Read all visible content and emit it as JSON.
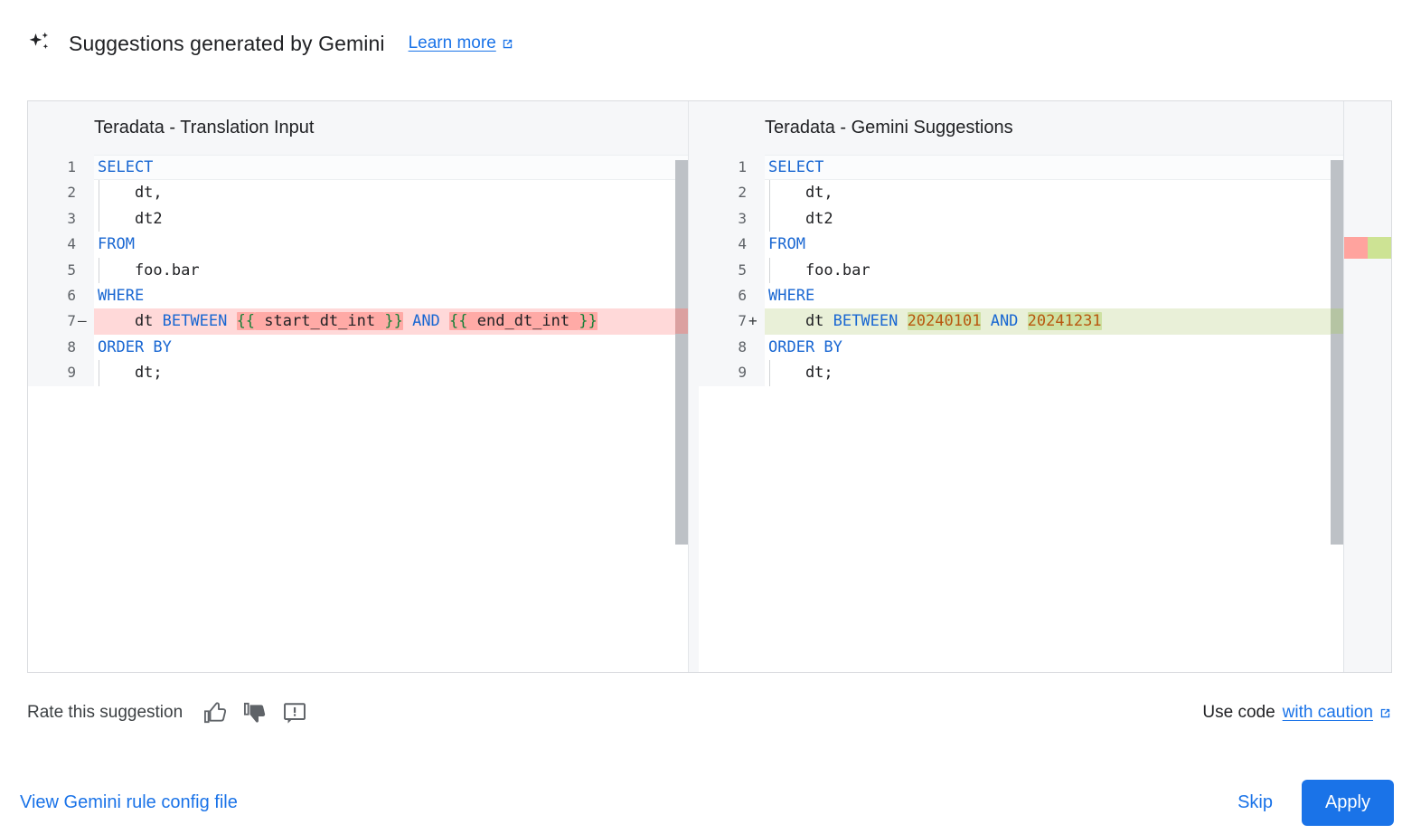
{
  "header": {
    "icon": "gemini-sparkle-icon",
    "title": "Suggestions generated by Gemini",
    "learn_more_label": "Learn more",
    "learn_more_icon": "external-link-icon"
  },
  "colors": {
    "accent": "#1a73e8",
    "text": "#202124",
    "muted": "#5f6368",
    "diff_removed_bg": "#ffd9d9",
    "diff_removed_token_bg": "#ffaaa6",
    "diff_added_bg": "#e9f0d8",
    "diff_added_token_bg": "#cee1a2",
    "keyword": "#1967d2",
    "number": "#b8570f",
    "brace": "#188038",
    "panel_bg": "#f6f7f9",
    "border": "#dadce0"
  },
  "diff": {
    "left": {
      "title": "Teradata - Translation Input",
      "lines": [
        {
          "num": "1",
          "sign": "",
          "state": "current",
          "indent": false,
          "tokens": [
            {
              "t": "SELECT",
              "c": "kw"
            }
          ]
        },
        {
          "num": "2",
          "sign": "",
          "state": "",
          "indent": true,
          "tokens": [
            {
              "t": "    dt,",
              "c": "pln"
            }
          ]
        },
        {
          "num": "3",
          "sign": "",
          "state": "",
          "indent": true,
          "tokens": [
            {
              "t": "    dt2",
              "c": "pln"
            }
          ]
        },
        {
          "num": "4",
          "sign": "",
          "state": "",
          "indent": false,
          "tokens": [
            {
              "t": "FROM",
              "c": "kw"
            }
          ]
        },
        {
          "num": "5",
          "sign": "",
          "state": "",
          "indent": true,
          "tokens": [
            {
              "t": "    foo.bar",
              "c": "pln"
            }
          ]
        },
        {
          "num": "6",
          "sign": "",
          "state": "",
          "indent": false,
          "tokens": [
            {
              "t": "WHERE",
              "c": "kw"
            }
          ]
        },
        {
          "num": "7",
          "sign": "–",
          "state": "del",
          "indent": false,
          "tokens": [
            {
              "t": "    dt ",
              "c": "pln"
            },
            {
              "t": "BETWEEN",
              "c": "kw"
            },
            {
              "t": " ",
              "c": "pln"
            },
            {
              "t": "{{",
              "c": "brc",
              "hl": "del"
            },
            {
              "t": " start_dt_int ",
              "c": "pln",
              "hl": "del"
            },
            {
              "t": "}}",
              "c": "brc",
              "hl": "del"
            },
            {
              "t": " ",
              "c": "pln"
            },
            {
              "t": "AND",
              "c": "kw"
            },
            {
              "t": " ",
              "c": "pln"
            },
            {
              "t": "{{",
              "c": "brc",
              "hl": "del"
            },
            {
              "t": " end_dt_int ",
              "c": "pln",
              "hl": "del"
            },
            {
              "t": "}}",
              "c": "brc",
              "hl": "del"
            }
          ]
        },
        {
          "num": "8",
          "sign": "",
          "state": "",
          "indent": false,
          "tokens": [
            {
              "t": "ORDER BY",
              "c": "kw"
            }
          ]
        },
        {
          "num": "9",
          "sign": "",
          "state": "",
          "indent": true,
          "tokens": [
            {
              "t": "    dt;",
              "c": "pln"
            }
          ]
        }
      ]
    },
    "right": {
      "title": "Teradata - Gemini Suggestions",
      "lines": [
        {
          "num": "1",
          "sign": "",
          "state": "current",
          "indent": false,
          "tokens": [
            {
              "t": "SELECT",
              "c": "kw"
            }
          ]
        },
        {
          "num": "2",
          "sign": "",
          "state": "",
          "indent": true,
          "tokens": [
            {
              "t": "    dt,",
              "c": "pln"
            }
          ]
        },
        {
          "num": "3",
          "sign": "",
          "state": "",
          "indent": true,
          "tokens": [
            {
              "t": "    dt2",
              "c": "pln"
            }
          ]
        },
        {
          "num": "4",
          "sign": "",
          "state": "",
          "indent": false,
          "tokens": [
            {
              "t": "FROM",
              "c": "kw"
            }
          ]
        },
        {
          "num": "5",
          "sign": "",
          "state": "",
          "indent": true,
          "tokens": [
            {
              "t": "    foo.bar",
              "c": "pln"
            }
          ]
        },
        {
          "num": "6",
          "sign": "",
          "state": "",
          "indent": false,
          "tokens": [
            {
              "t": "WHERE",
              "c": "kw"
            }
          ]
        },
        {
          "num": "7",
          "sign": "+",
          "state": "add",
          "indent": false,
          "tokens": [
            {
              "t": "    dt ",
              "c": "pln"
            },
            {
              "t": "BETWEEN",
              "c": "kw"
            },
            {
              "t": " ",
              "c": "pln"
            },
            {
              "t": "20240101",
              "c": "num",
              "hl": "add"
            },
            {
              "t": " ",
              "c": "pln"
            },
            {
              "t": "AND",
              "c": "kw"
            },
            {
              "t": " ",
              "c": "pln"
            },
            {
              "t": "20241231",
              "c": "num",
              "hl": "add"
            }
          ]
        },
        {
          "num": "8",
          "sign": "",
          "state": "",
          "indent": false,
          "tokens": [
            {
              "t": "ORDER BY",
              "c": "kw"
            }
          ]
        },
        {
          "num": "9",
          "sign": "",
          "state": "",
          "indent": true,
          "tokens": [
            {
              "t": "    dt;",
              "c": "pln"
            }
          ]
        }
      ]
    }
  },
  "rate": {
    "label": "Rate this suggestion",
    "thumb_up_icon": "thumb-up-icon",
    "thumb_down_icon": "thumb-down-icon",
    "report_icon": "report-feedback-icon",
    "use_code_prefix": "Use code",
    "caution_label": "with caution",
    "caution_icon": "external-link-icon"
  },
  "footer": {
    "config_link_label": "View Gemini rule config file",
    "skip_label": "Skip",
    "apply_label": "Apply"
  }
}
